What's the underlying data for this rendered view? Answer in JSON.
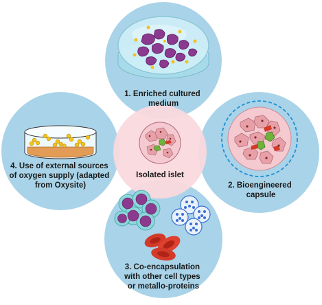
{
  "colors": {
    "circle_fill": "#a9d3e8",
    "center_fill": "#f9d9de",
    "dish_fill": "#cfeff8",
    "cell_purple": "#8b3a8f",
    "cell_pink": "#e8a0a8",
    "cell_green": "#6fb43a",
    "cell_red": "#d23a2a",
    "blue_cell": "#3b6fd1",
    "teal_ring": "#8ed6d9",
    "yellow_dot": "#f2c21b",
    "orange_layer": "#e39c55",
    "dashed_ring": "#1e90d6"
  },
  "center": {
    "label": "Isolated islet"
  },
  "nodes": [
    {
      "id": "enriched-medium",
      "lines": [
        "1. Enriched cultured",
        "medium"
      ]
    },
    {
      "id": "bioengineered-capsule",
      "lines": [
        "2. Bioengineered",
        "capsule"
      ]
    },
    {
      "id": "co-encapsulation",
      "lines": [
        "3. Co-encapsulation",
        "with other cell types",
        "or metallo-proteins"
      ]
    },
    {
      "id": "oxygen-supply",
      "lines": [
        "4. Use of external sources",
        "of oxygen supply (adapted",
        "from Oxysite)"
      ]
    }
  ]
}
